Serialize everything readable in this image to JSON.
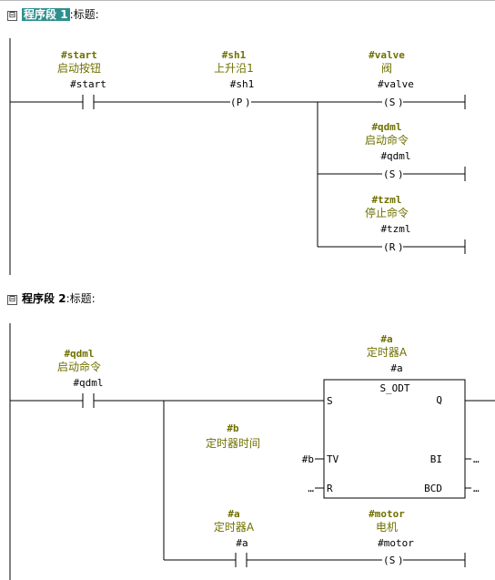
{
  "networks": [
    {
      "collapse_icon": "⊟",
      "label": "程序段",
      "number": "1",
      "title_sep": ":",
      "title": "标题:"
    },
    {
      "collapse_icon": "⊟",
      "label": "程序段",
      "number": "2",
      "title_sep": ":",
      "title": "标题:"
    }
  ],
  "n1": {
    "contact": {
      "symbol": "#start",
      "comment": "启动按钮",
      "operand": "#start"
    },
    "edge": {
      "symbol": "#sh1",
      "comment": "上升沿1",
      "operand": "#sh1",
      "glyph": "P"
    },
    "coil_valve": {
      "symbol": "#valve",
      "comment": "阀",
      "operand": "#valve",
      "glyph": "S"
    },
    "coil_qdml": {
      "symbol": "#qdml",
      "comment": "启动命令",
      "operand": "#qdml",
      "glyph": "S"
    },
    "coil_tzml": {
      "symbol": "#tzml",
      "comment": "停止命令",
      "operand": "#tzml",
      "glyph": "R"
    }
  },
  "n2": {
    "contact": {
      "symbol": "#qdml",
      "comment": "启动命令",
      "operand": "#qdml"
    },
    "timer": {
      "symbol": "#a",
      "comment": "定时器A",
      "operand": "#a",
      "type": "S_ODT",
      "pin_s": "S",
      "pin_tv": "TV",
      "pin_r": "R",
      "pin_q": "Q",
      "pin_bi": "BI",
      "pin_bcd": "BCD"
    },
    "tv_param": {
      "symbol": "#b",
      "comment": "定时器时间",
      "operand": "#b"
    },
    "r_param": "…",
    "bi_out": "…",
    "bcd_out": "…",
    "contact2": {
      "symbol": "#a",
      "comment": "定时器A",
      "operand": "#a"
    },
    "coil_motor": {
      "symbol": "#motor",
      "comment": "电机",
      "operand": "#motor",
      "glyph": "S"
    }
  }
}
